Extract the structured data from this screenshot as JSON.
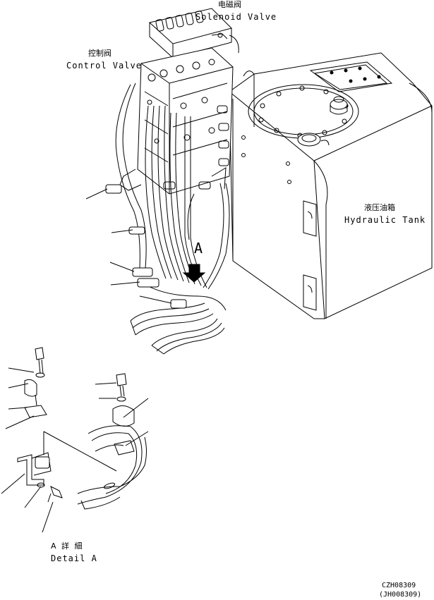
{
  "labels": {
    "solenoid_valve_cn": "电磁阀",
    "solenoid_valve_en": "Solenoid Valve",
    "control_valve_cn": "控制阀",
    "control_valve_en": "Control Valve",
    "hydraulic_tank_cn": "液压油箱",
    "hydraulic_tank_en": "Hydraulic Tank",
    "view_marker": "A",
    "detail_cn": "A 詳 細",
    "detail_en": "Detail A",
    "drawing_no_1": "CZH08309",
    "drawing_no_2": "(JH008309)"
  },
  "icons": {
    "view_arrow": "down-arrow-icon"
  }
}
